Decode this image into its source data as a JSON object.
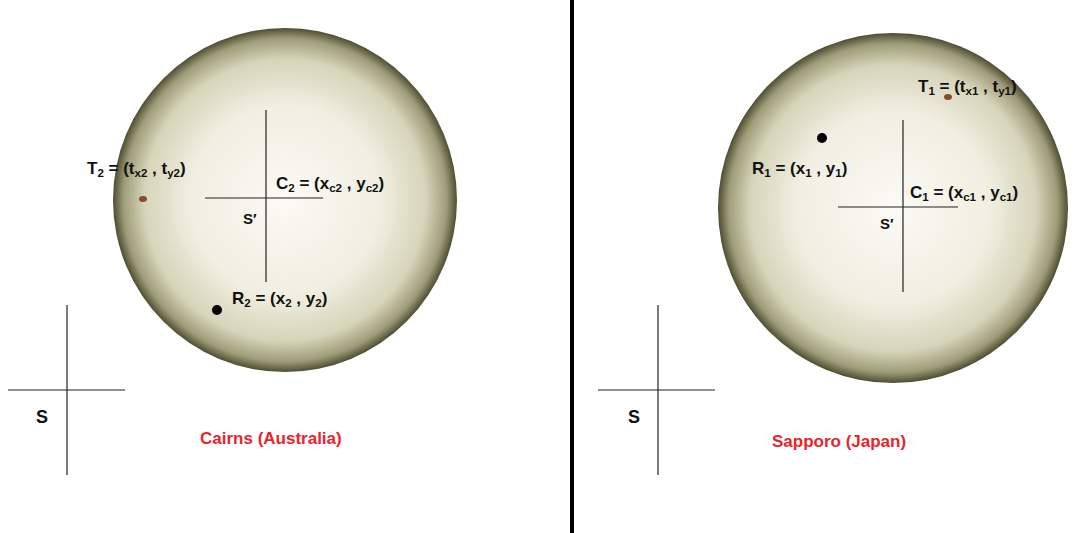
{
  "diagram": {
    "labels": [
      "T2 = (tx2 , ty2)",
      "C2 = (xc2 , yc2)",
      "S′",
      "R2 = (x2 , y2)",
      "S",
      "Cairns (Australia)",
      "T1 = (tx1 , ty1)",
      "R1 = (x1 , y1)",
      "C1 = (xc1 , yc1)",
      "S′",
      "S",
      "Sapporo (Japan)"
    ]
  }
}
